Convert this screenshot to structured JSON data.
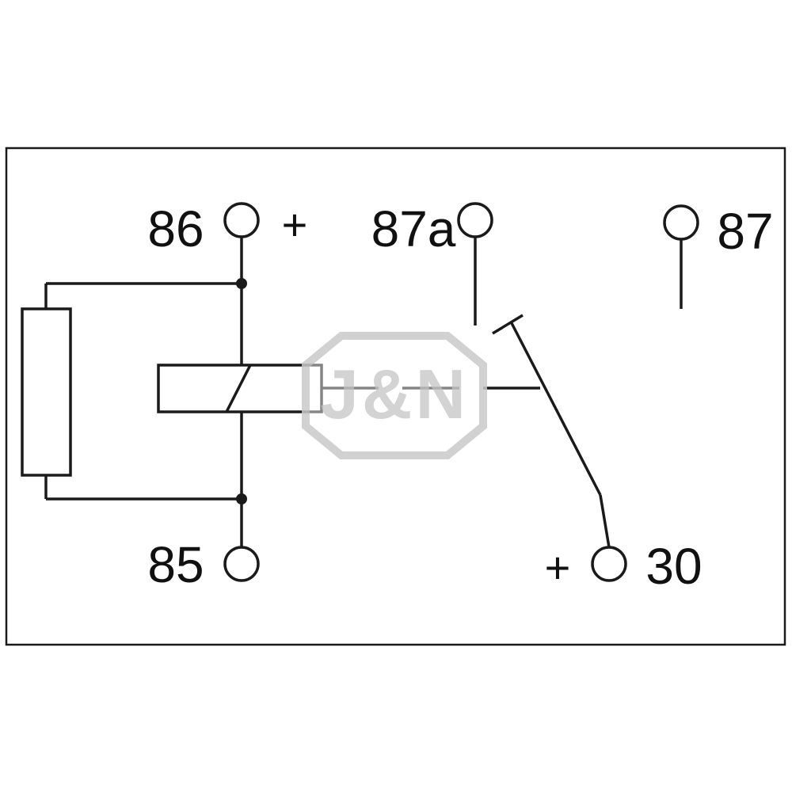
{
  "diagram": {
    "type": "relay-wiring-schematic",
    "terminals": {
      "t86": "86",
      "t87a": "87a",
      "t87": "87",
      "t85": "85",
      "t30": "30"
    },
    "signs": {
      "plus_top": "+",
      "plus_bottom": "+"
    },
    "watermark": {
      "text": "J&N",
      "color": "#cccccc"
    },
    "colors": {
      "line": "#1a1a1a",
      "background": "#ffffff"
    }
  }
}
